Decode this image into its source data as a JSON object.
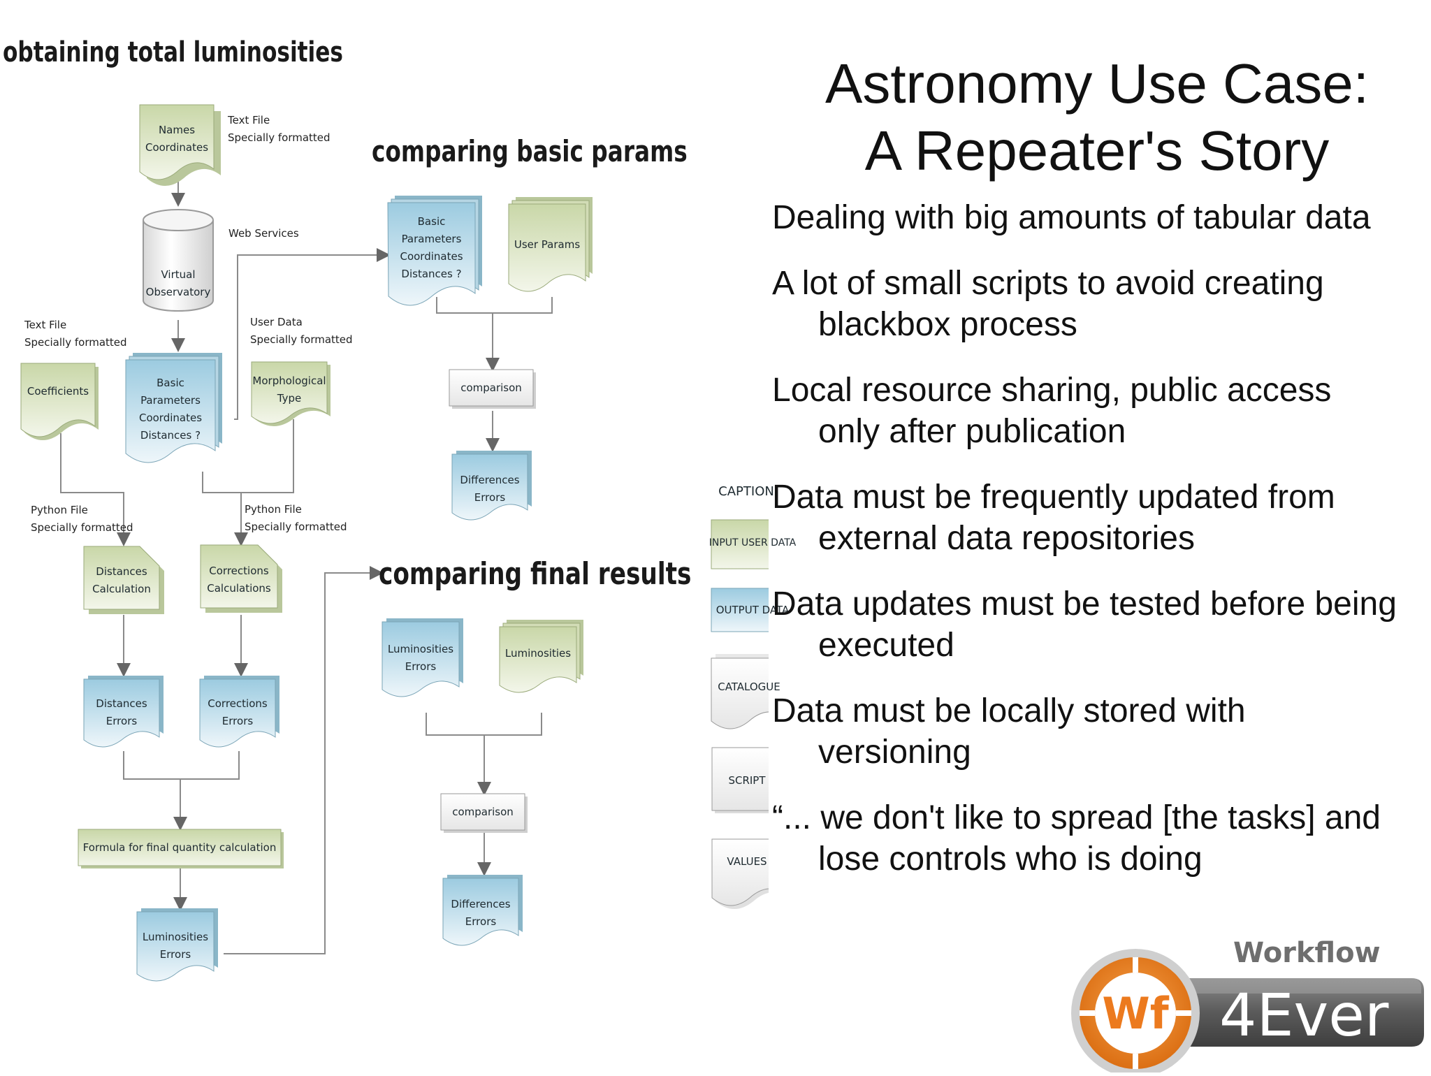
{
  "diagram": {
    "section_titles": {
      "obtaining": "obtaining total luminosities",
      "basic": "comparing basic params",
      "final": "comparing final results"
    },
    "boxes": {
      "names": "Names\nCoordinates",
      "vo": "Virtual\nObservatory",
      "coefficients": "Coefficients",
      "basic_params": "Basic Parameters\nCoordinates\nDistances ?",
      "morph": "Morphological\nType",
      "dist_calc": "Distances\nCalculation",
      "corr_calc": "Corrections\nCalculations",
      "dist_err": "Distances\nErrors",
      "corr_err": "Corrections\nErrors",
      "formula": "Formula for final quantity calculation",
      "lum_err_left": "Luminosities\nErrors",
      "basic_params_r": "Basic Parameters\nCoordinates\nDistances ?",
      "user_params": "User Params",
      "comparison1": "comparison",
      "diff1": "Differences\nErrors",
      "lum_err_r": "Luminosities\nErrors",
      "lum_r": "Luminosities",
      "comparison2": "comparison",
      "diff2": "Differences\nErrors"
    },
    "notes": {
      "text_file_top": "Text File\nSpecially formatted",
      "web_services": "Web Services",
      "text_file_left": "Text File\nSpecially formatted",
      "user_data": "User Data\nSpecially formatted",
      "python_left": "Python File\nSpecially formatted",
      "python_right": "Python File\nSpecially formatted"
    },
    "legend": {
      "caption": "CAPTION",
      "input": "INPUT USER DATA",
      "output": "OUTPUT DATA",
      "catalogue": "CATALOGUE",
      "script": "SCRIPT",
      "values": "VALUES"
    }
  },
  "slide": {
    "title_line1": "Astronomy Use Case:",
    "title_line2": "A Repeater's Story",
    "bullets": [
      "Dealing with big amounts of tabular data",
      "A lot of small scripts to avoid creating blackbox process",
      "Local resource sharing, public access only after publication",
      "Data must be frequently updated from external data repositories",
      "Data updates must be tested before being executed",
      "Data must be locally stored with versioning",
      "“... we don't like to spread [the tasks] and lose controls who is doing"
    ]
  },
  "logo": {
    "top_text": "Workflow",
    "mark_text": "Wf",
    "main_text": "4Ever"
  },
  "colors": {
    "input_green": "#dfe8c9",
    "output_blue": "#cfe4ee",
    "logo_orange": "#ec7a1e",
    "logo_gray": "#5e5e5e"
  }
}
